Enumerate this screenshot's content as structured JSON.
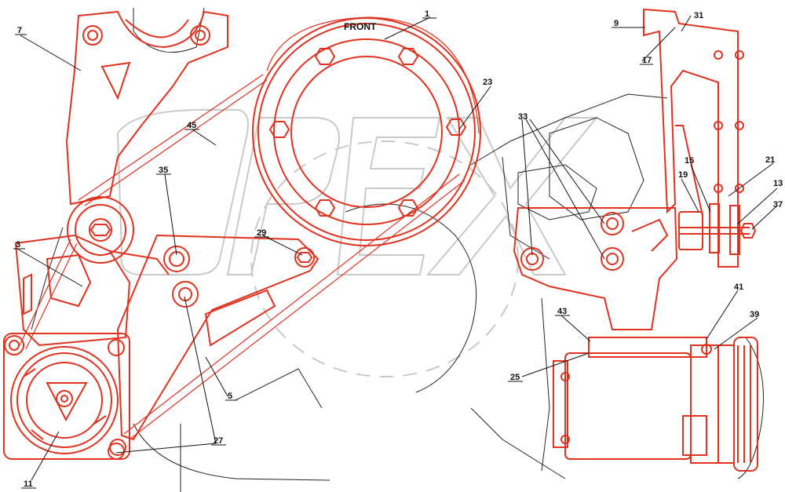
{
  "diagram": {
    "front_label": "FRONT",
    "watermark": "OPEX",
    "accent_color": "#e0321f",
    "callouts": [
      {
        "id": "c1",
        "text": "1"
      },
      {
        "id": "c3",
        "text": "3"
      },
      {
        "id": "c5",
        "text": "5"
      },
      {
        "id": "c7",
        "text": "7"
      },
      {
        "id": "c9",
        "text": "9"
      },
      {
        "id": "c11",
        "text": "11"
      },
      {
        "id": "c13",
        "text": "13"
      },
      {
        "id": "c15",
        "text": "15"
      },
      {
        "id": "c17",
        "text": "17"
      },
      {
        "id": "c19",
        "text": "19"
      },
      {
        "id": "c21",
        "text": "21"
      },
      {
        "id": "c23",
        "text": "23"
      },
      {
        "id": "c25",
        "text": "25"
      },
      {
        "id": "c27",
        "text": "27"
      },
      {
        "id": "c29",
        "text": "29"
      },
      {
        "id": "c31",
        "text": "31"
      },
      {
        "id": "c33",
        "text": "33"
      },
      {
        "id": "c35",
        "text": "35"
      },
      {
        "id": "c37",
        "text": "37"
      },
      {
        "id": "c39",
        "text": "39"
      },
      {
        "id": "c41",
        "text": "41"
      },
      {
        "id": "c43",
        "text": "43"
      },
      {
        "id": "c45",
        "text": "45"
      }
    ]
  }
}
